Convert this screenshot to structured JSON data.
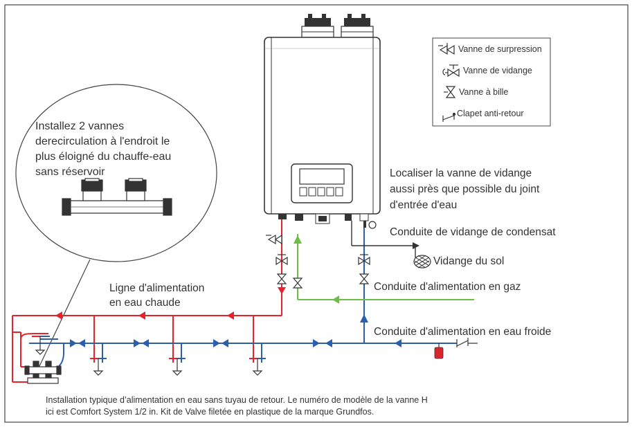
{
  "legend": {
    "pressure_relief": "Vanne de surpression",
    "drain_valve": "Vanne de vidange",
    "ball_valve": "Vanne à bille",
    "check_valve": "Clapet anti-retour"
  },
  "callout": {
    "line1": "Installez 2 vannes",
    "line2": "derecirculation à l'endroit le",
    "line3": "plus éloigné du chauffe-eau",
    "line4": "sans réservoir"
  },
  "labels": {
    "drain_locate_1": "Localiser la vanne de vidange",
    "drain_locate_2": "aussi près que possible du joint",
    "drain_locate_3": "d'entrée d'eau",
    "condensate": "Conduite de vidange de condensat",
    "floor_drain": "Vidange du sol",
    "gas_line": "Conduite d'alimentation en gaz",
    "cold_line": "Conduite d'alimentation en eau froide",
    "hot_line_1": "Ligne d'alimentation",
    "hot_line_2": "en eau chaude"
  },
  "caption": {
    "line1": "Installation typique d’alimentation en eau sans tuyau de retour. Le numéro de modèle de la vanne H",
    "line2": "ici est Comfort System 1/2 in. Kit de Valve filetée en plastique de la marque Grundfos."
  },
  "colors": {
    "hot": "#e8212b",
    "cold": "#2b5fae",
    "gas": "#6cbe45",
    "line": "#333333"
  }
}
